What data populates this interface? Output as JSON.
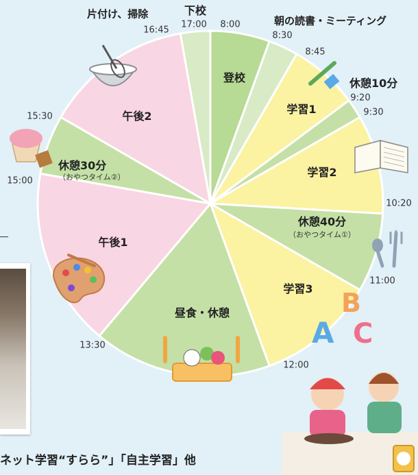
{
  "diagram": {
    "segments": [
      {
        "id": "arrival",
        "name": "登校",
        "start": "8:00",
        "end": "8:30",
        "color": "#b7da94"
      },
      {
        "id": "morning",
        "name": "朝の読書・ミーティング",
        "start": "8:30",
        "end": "8:45",
        "color": "#d8eac6"
      },
      {
        "id": "study1",
        "name": "学習1",
        "start": "8:45",
        "end": "9:20",
        "color": "#fbf2a2"
      },
      {
        "id": "break10",
        "name": "休憩10分",
        "start": "9:20",
        "end": "9:30",
        "color": "#c4e0a6"
      },
      {
        "id": "study2",
        "name": "学習2",
        "start": "9:30",
        "end": "10:20",
        "color": "#fbf2a2"
      },
      {
        "id": "break40",
        "name": "休憩40分",
        "sub": "（おやつタイム①）",
        "start": "10:20",
        "end": "11:00",
        "color": "#c4e0a6"
      },
      {
        "id": "study3",
        "name": "学習3",
        "start": "11:00",
        "end": "12:00",
        "color": "#fbf2a2"
      },
      {
        "id": "lunch",
        "name": "昼食・休憩",
        "start": "12:00",
        "end": "13:30",
        "color": "#c4e0a6"
      },
      {
        "id": "afternoon1",
        "name": "午後1",
        "start": "13:30",
        "end": "15:00",
        "color": "#f9d6e3"
      },
      {
        "id": "break30",
        "name": "休憩30分",
        "sub": "（おやつタイム②）",
        "start": "15:00",
        "end": "15:30",
        "color": "#c4e0a6"
      },
      {
        "id": "afternoon2",
        "name": "午後2",
        "start": "15:30",
        "end": "16:45",
        "color": "#f9d6e3"
      },
      {
        "id": "cleanup",
        "name": "片付け、掃除",
        "start": "16:45",
        "end": "17:00",
        "color": "#d8eac6"
      }
    ],
    "times": [
      "8:00",
      "8:30",
      "8:45",
      "9:20",
      "9:30",
      "10:20",
      "11:00",
      "12:00",
      "13:30",
      "15:00",
      "15:30",
      "16:45",
      "17:00"
    ],
    "end_label": "下校"
  },
  "caption": "ネット学習“すらら”」「自主学習」他",
  "icons": [
    "pencil-icon",
    "book-icon",
    "fork-spoon-icon",
    "abc-letters-icon",
    "bento-icon",
    "palette-icon",
    "cupcake-icon",
    "whisk-bowl-icon",
    "children-cooking-illustration"
  ]
}
